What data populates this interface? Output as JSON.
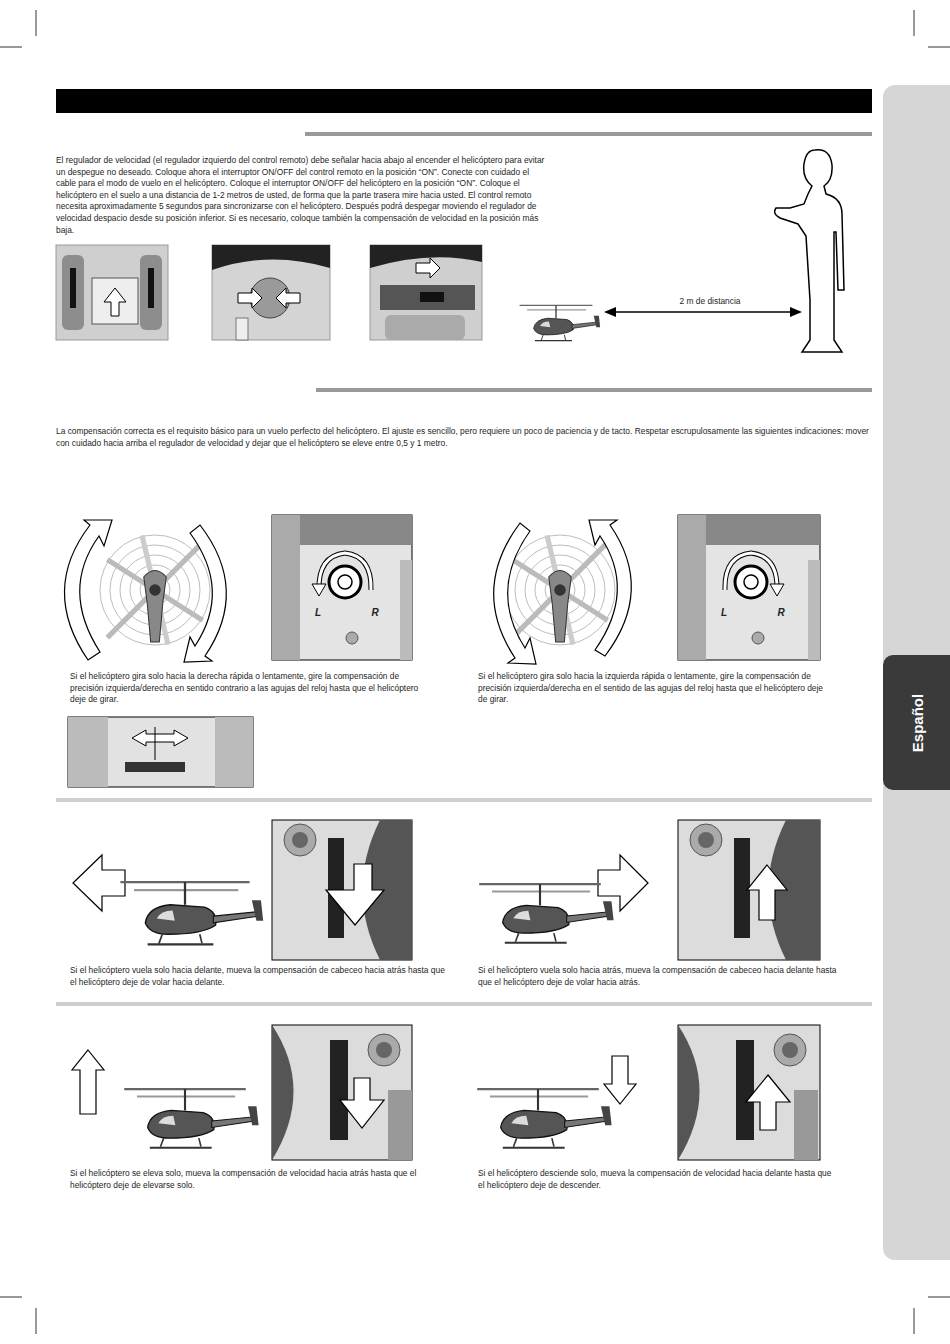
{
  "diagram": {
    "nodes": [
      {
        "text": [
          "Español"
        ]
      }
    ],
    "labels": [
      "El regulador de velocidad (el regulador izquierdo del control remoto) debe señalar hacia abajo al encender el helicóptero para evitar un despegue no deseado. Coloque ahora el interruptor ON/OFF del control remoto en la posición “ON”. Conecte con cuidado el cable para el modo de vuelo en el helicóptero. Coloque el interruptor ON/OFF del helicóptero en la posición “ON”. Coloque el helicóptero en el suelo a una distancia de 1-2 metros de usted, de forma que la parte trasera mire hacia usted. El control remoto necesita aproximadamente 5 segundos para sincronizarse con el helicóptero. Después podrá despegar moviendo el regulador de velocidad despacio desde su posición inferior. Si es necesario, coloque también la compensación de velocidad en la posición más baja.",
      "2 m de distancia",
      "La compensación correcta es el requisito básico para un vuelo perfecto del helicóptero. El ajuste es sencillo, pero requiere un poco de paciencia y de tacto. Respetar escrupulosamente las siguientes indicaciones: mover con cuidado hacia arriba el regulador de velocidad y dejar que el helicóptero se eleve entre 0,5 y 1 metro.",
      "L",
      "R",
      "L",
      "R",
      "Si el helicóptero gira solo hacia la derecha rápida o lentamente, gire la compensación de precisión izquierda/derecha en sentido contrario a las agujas del reloj hasta que el helicóptero deje de girar.",
      "Si el helicóptero gira solo hacia la izquierda rápida o lentamente, gire la compensación de precisión izquierda/derecha en el sentido de las agujas del reloj hasta que el helicóptero deje de girar.",
      "Si el helicóptero vuela solo hacia delante, mueva la compensación de cabeceo hacia atrás hasta que el helicóptero deje de volar hacia delante.",
      "Si el helicóptero vuela solo hacia atrás, mueva la compensación de cabeceo hacia delante hasta que el helicóptero deje de volar hacia atrás.",
      "Si el helicóptero se eleva solo, mueva la compensación de velocidad hacia atrás hasta que el helicóptero deje de elevarse solo.",
      "Si el helicóptero desciende solo, mueva la compensación de velocidad hacia delante hasta que el helicóptero deje de descender."
    ]
  }
}
